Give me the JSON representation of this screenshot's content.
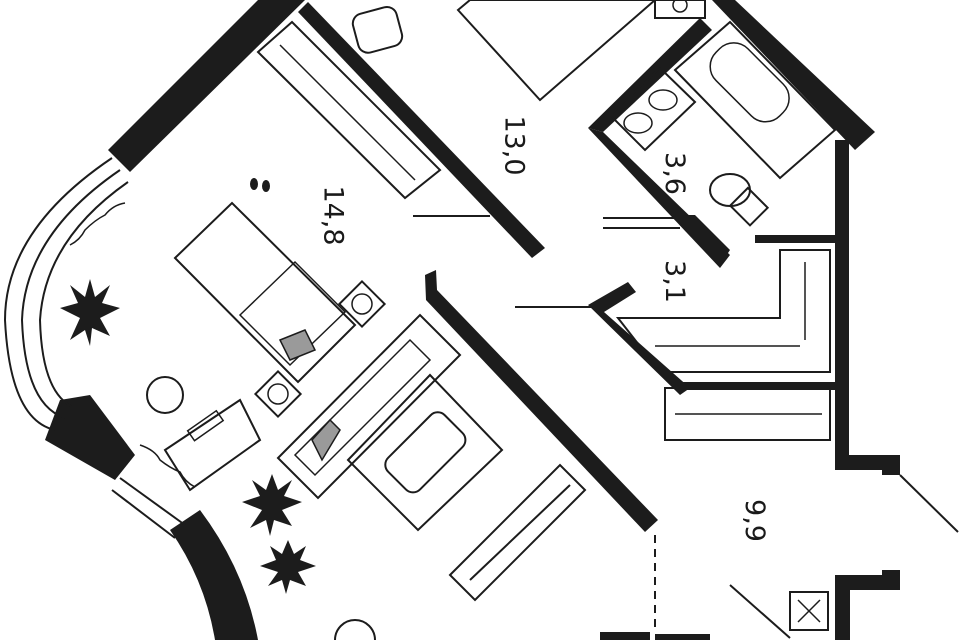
{
  "plan": {
    "rooms": [
      {
        "id": "bedroom-1",
        "area": "14,8"
      },
      {
        "id": "bedroom-2",
        "area": "13,0"
      },
      {
        "id": "bathroom",
        "area": "3,6"
      },
      {
        "id": "wardrobe",
        "area": "3,1"
      },
      {
        "id": "hallway",
        "area": "9,9"
      }
    ],
    "colors": {
      "wall": "#1c1c1c",
      "background": "#ffffff",
      "accent_fill": "#9a9a9a"
    }
  }
}
